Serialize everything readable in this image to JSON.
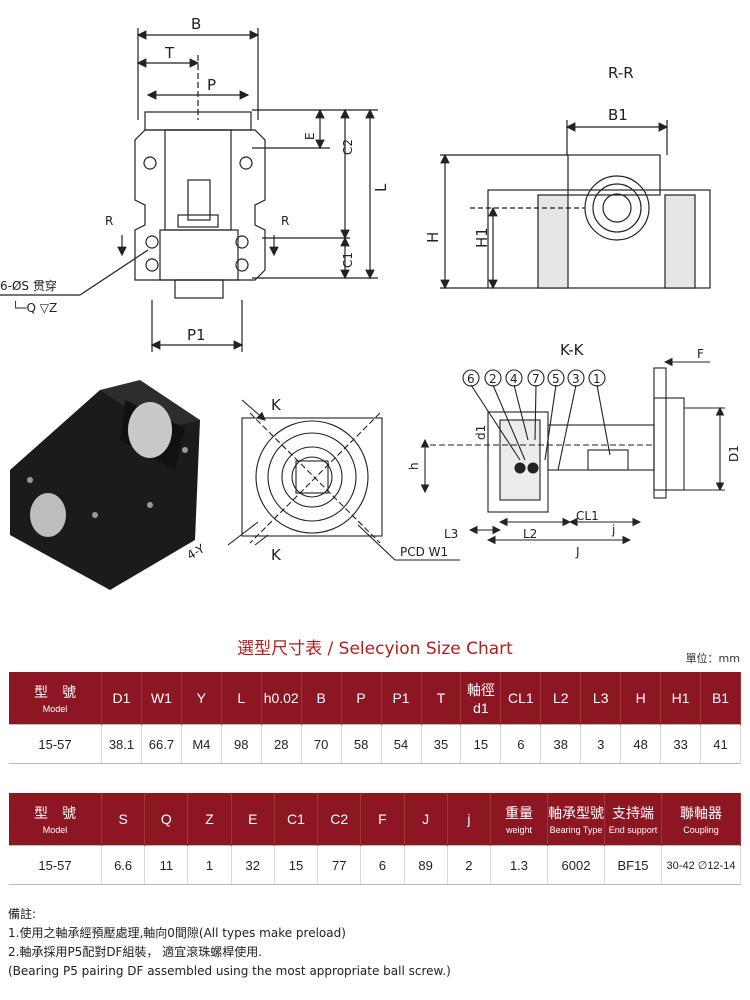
{
  "drawing": {
    "front_labels": {
      "B": "B",
      "T": "T",
      "P": "P",
      "E": "E",
      "C2": "C2",
      "L": "L",
      "C1": "C1",
      "R_left": "R",
      "R_right": "R",
      "P1": "P1",
      "hole_note": "6-ØS 贯穿",
      "hole_note2": "└─Q ▽Z"
    },
    "rr_labels": {
      "title": "R-R",
      "B1": "B1",
      "H": "H",
      "H1": "H1"
    },
    "kk_labels": {
      "title": "K-K",
      "F": "F",
      "D1": "D1",
      "h": "h",
      "d1": "d1",
      "L3": "L3",
      "L2": "L2",
      "CL1": "CL1",
      "J": "J",
      "j": "j",
      "parts": [
        "6",
        "2",
        "4",
        "7",
        "5",
        "3",
        "1"
      ]
    },
    "side_labels": {
      "K_top": "K",
      "K_bottom": "K",
      "Y": "4-Y",
      "PCD": "PCD W1"
    }
  },
  "chart": {
    "title": "選型尺寸表 / Selecyion Size Chart",
    "unit": "單位：mm"
  },
  "table1": {
    "model_zh": "型　號",
    "model_en": "Model",
    "headers": [
      "D1",
      "W1",
      "Y",
      "L",
      "h0.02",
      "B",
      "P",
      "P1",
      "T",
      "軸徑d1",
      "CL1",
      "L2",
      "L3",
      "H",
      "H1",
      "B1"
    ],
    "row": {
      "model": "15-57",
      "values": [
        "38.1",
        "66.7",
        "M4",
        "98",
        "28",
        "70",
        "58",
        "54",
        "35",
        "15",
        "6",
        "38",
        "3",
        "48",
        "33",
        "41"
      ]
    }
  },
  "table2": {
    "model_zh": "型　號",
    "model_en": "Model",
    "headers": [
      {
        "zh": "S",
        "en": ""
      },
      {
        "zh": "Q",
        "en": ""
      },
      {
        "zh": "Z",
        "en": ""
      },
      {
        "zh": "E",
        "en": ""
      },
      {
        "zh": "C1",
        "en": ""
      },
      {
        "zh": "C2",
        "en": ""
      },
      {
        "zh": "F",
        "en": ""
      },
      {
        "zh": "J",
        "en": ""
      },
      {
        "zh": "j",
        "en": ""
      },
      {
        "zh": "重量",
        "en": "weight"
      },
      {
        "zh": "軸承型號",
        "en": "Bearing Type"
      },
      {
        "zh": "支持端",
        "en": "End support"
      },
      {
        "zh": "聯軸器",
        "en": "Coupling"
      }
    ],
    "row": {
      "model": "15-57",
      "values": [
        "6.6",
        "11",
        "1",
        "32",
        "15",
        "77",
        "6",
        "89",
        "2",
        "1.3",
        "6002",
        "BF15",
        "30-42 ∅12-14"
      ]
    }
  },
  "notes": {
    "heading": "備註:",
    "line1": "1.使用之軸承經預壓處理,軸向0間隙(All types make preload)",
    "line2": "2.軸承採用P5配對DF組裝，  適宜滾珠螺桿使用.",
    "line3": "(Bearing P5 pairing DF assembled using the most appropriate ball screw.)"
  }
}
